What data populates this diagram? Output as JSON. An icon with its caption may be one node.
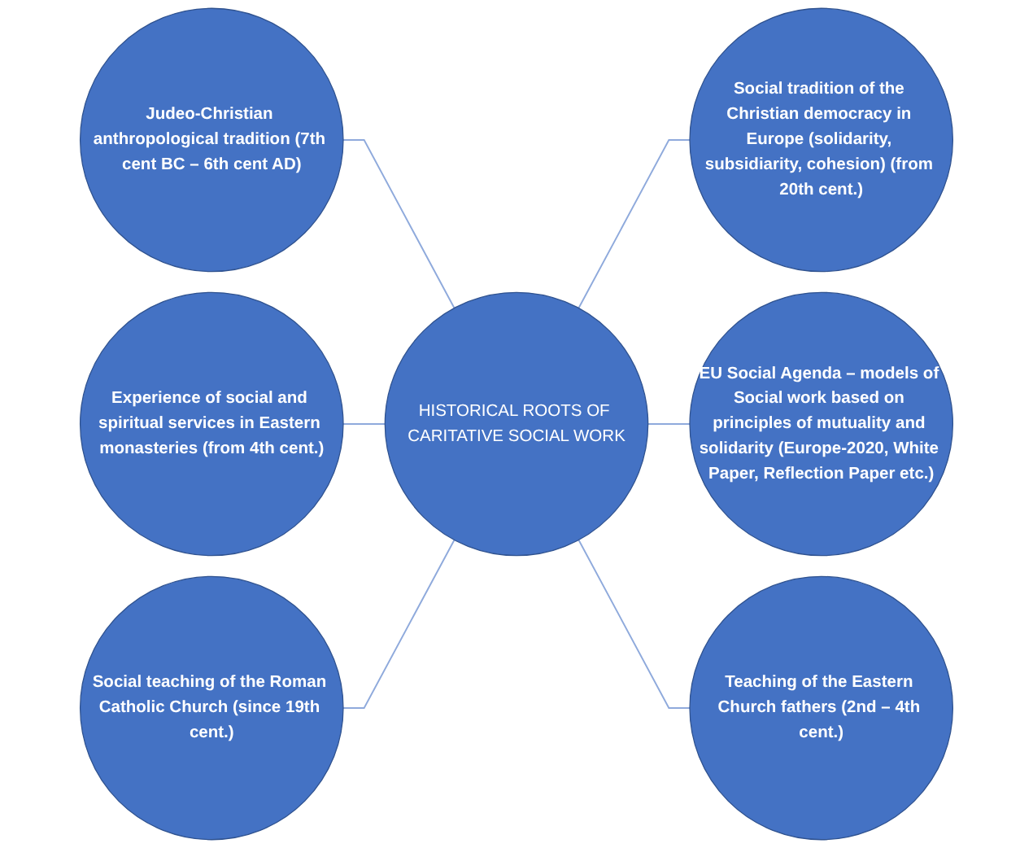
{
  "diagram": {
    "nodes": [
      {
        "text": [
          "Judeo-Christian anthropological tradition (7th cent BC – 6th cent AD)"
        ]
      },
      {
        "text": [
          "Experience of social and spiritual services in Eastern monasteries (from 4th cent.)"
        ]
      },
      {
        "text": [
          "Social tradition of the Christian democracy in Europe (solidarity, subsidiarity, cohesion) (from 20th cent.)"
        ]
      },
      {
        "text": [
          "HISTORICAL ROOTS OF CARITATIVE SOCIAL WORK"
        ]
      },
      {
        "text": [
          "Social teaching of the Roman Catholic Church (since 19th cent.)"
        ]
      },
      {
        "text": [
          "EU Social Agenda – models of Social work based on principles of mutuality and solidarity (Europe-2020, White Paper, Reflection Paper etc.)"
        ]
      },
      {
        "text": [
          "Teaching of the Eastern Church fathers (2nd – 4th cent.)"
        ]
      }
    ],
    "edges": [
      {
        "from": 0,
        "to": 3,
        "arrow": "none"
      },
      {
        "from": 1,
        "to": 3,
        "arrow": "none"
      },
      {
        "from": 4,
        "to": 3,
        "arrow": "none"
      },
      {
        "from": 3,
        "to": 2,
        "arrow": "none"
      },
      {
        "from": 3,
        "to": 5,
        "arrow": "none"
      },
      {
        "from": 3,
        "to": 6,
        "arrow": "none"
      }
    ]
  }
}
